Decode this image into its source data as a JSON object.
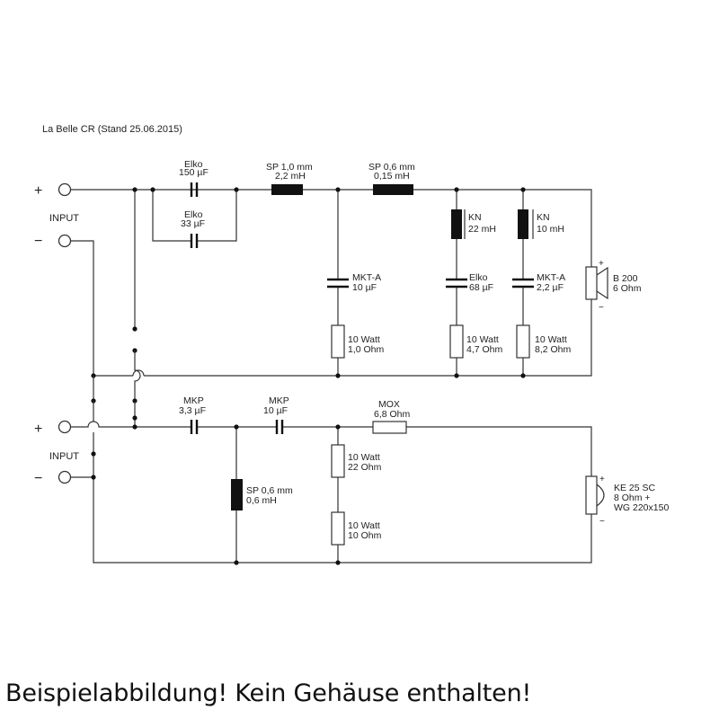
{
  "title": "La Belle CR (Stand 25.06.2015)",
  "caption": "Beispielabbildung! Kein Gehäuse enthalten!",
  "sections": {
    "upper": {
      "input_label": "INPUT",
      "plus": "+",
      "minus": "−",
      "components": {
        "c150": {
          "line1": "Elko",
          "line2": "150 µF"
        },
        "c33": {
          "line1": "Elko",
          "line2": "33 µF"
        },
        "l22": {
          "line1": "SP 1,0 mm",
          "line2": "2,2 mH"
        },
        "l015": {
          "line1": "SP 0,6 mm",
          "line2": "0,15 mH"
        },
        "c10": {
          "line1": "MKT-A",
          "line2": "10 µF"
        },
        "r1": {
          "line1": "10 Watt",
          "line2": "1,0 Ohm"
        },
        "kn22": {
          "line1": "KN",
          "line2": "22 mH"
        },
        "c68": {
          "line1": "Elko",
          "line2": "68 µF"
        },
        "r47": {
          "line1": "10 Watt",
          "line2": "4,7 Ohm"
        },
        "kn10": {
          "line1": "KN",
          "line2": "10 mH"
        },
        "c22": {
          "line1": "MKT-A",
          "line2": "2,2 µF"
        },
        "r82": {
          "line1": "10 Watt",
          "line2": "8,2 Ohm"
        }
      },
      "speaker": {
        "line1": "B 200",
        "line2": "6 Ohm",
        "plus": "+",
        "minus": "−"
      }
    },
    "lower": {
      "input_label": "INPUT",
      "plus": "+",
      "minus": "−",
      "components": {
        "c33": {
          "line1": "MKP",
          "line2": "3,3 µF"
        },
        "c10": {
          "line1": "MKP",
          "line2": "10 µF"
        },
        "mox": {
          "line1": "MOX",
          "line2": "6,8 Ohm"
        },
        "l06": {
          "line1": "SP 0,6 mm",
          "line2": "0,6 mH"
        },
        "r22": {
          "line1": "10 Watt",
          "line2": "22 Ohm"
        },
        "r10": {
          "line1": "10 Watt",
          "line2": "10 Ohm"
        }
      },
      "speaker": {
        "line1": "KE 25 SC",
        "line2": "8 Ohm +",
        "line3": "WG 220x150",
        "plus": "+",
        "minus": "−"
      }
    }
  },
  "colors": {
    "line": "#333333",
    "component": "#111111",
    "background": "#ffffff"
  }
}
